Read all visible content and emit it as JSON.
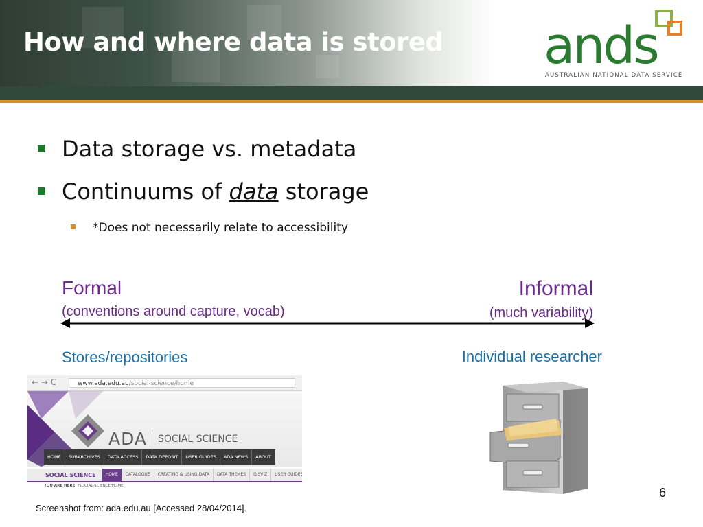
{
  "slide": {
    "title": "How and where data is stored",
    "page_number": "6"
  },
  "logo": {
    "word": "ands",
    "subtitle": "AUSTRALIAN NATIONAL DATA SERVICE",
    "colors": {
      "text": "#2a7a2f",
      "square_green": "#8bb04a",
      "square_orange": "#e5802d"
    }
  },
  "bullets": {
    "item1": "Data storage vs. metadata",
    "item2_before": "Continuums of ",
    "item2_em": "data",
    "item2_after": " storage",
    "sub1": "*Does not necessarily relate to accessibility"
  },
  "continuum": {
    "left_title": "Formal",
    "left_sub": "(conventions around capture, vocab)",
    "right_title": "Informal",
    "right_sub": "(much variability)",
    "left_label": "Stores/repositories",
    "right_label": "Individual researcher"
  },
  "ada_screenshot": {
    "nav_glyphs": "← → C",
    "url_host": "www.ada.edu.au",
    "url_path": "/social-science/home",
    "logo_text": "ADA",
    "logo_sub": "SOCIAL SCIENCE",
    "menu": [
      "HOME",
      "SUBARCHIVES",
      "DATA ACCESS",
      "DATA DEPOSIT",
      "USER GUIDES",
      "ADA NEWS",
      "ABOUT"
    ],
    "sub_title": "SOCIAL SCIENCE",
    "sub_tabs": [
      "HOME",
      "CATALOGUE",
      "CREATING & USING DATA",
      "DATA THEMES",
      "GISVIZ",
      "USER GUIDES"
    ],
    "you_are_here_label": "YOU ARE HERE:",
    "you_are_here_path": "/SOCIAL-SCIENCE/HOME"
  },
  "footer": {
    "note": "Screenshot from: ada.edu.au [Accessed 28/04/2014]."
  },
  "colors": {
    "purple": "#6a2b8a",
    "blue": "#1a6fa5",
    "bullet_green": "#1e7a2a",
    "bullet_orange": "#d88d32"
  }
}
